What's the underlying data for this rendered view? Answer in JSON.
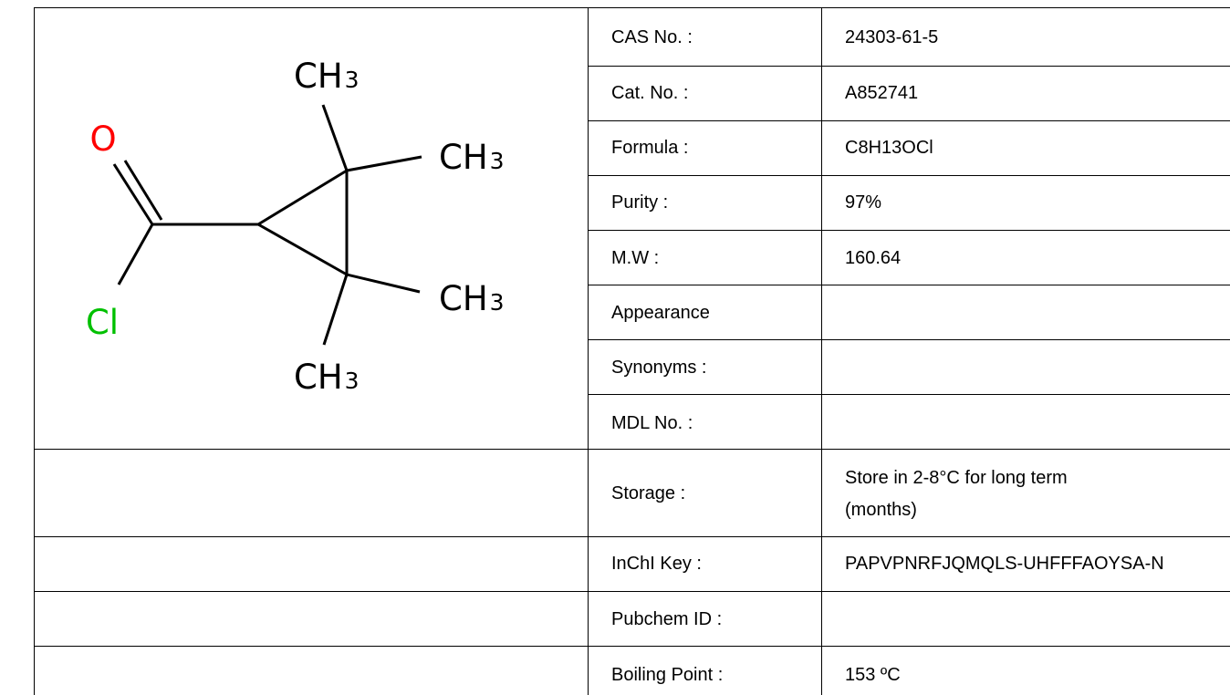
{
  "molecule": {
    "atoms": {
      "oxygen": "O",
      "chlorine": "Cl",
      "methyl_group": "CH",
      "methyl_subscript": "3"
    },
    "atom_colors": {
      "oxygen": "#ff0000",
      "chlorine": "#00c000",
      "carbon": "#000000"
    }
  },
  "properties": [
    {
      "label": "CAS No. :",
      "value": "24303-61-5"
    },
    {
      "label": "Cat. No. :",
      "value": "A852741"
    },
    {
      "label": "Formula :",
      "value": "C8H13OCl"
    },
    {
      "label": "Purity :",
      "value": "97%"
    },
    {
      "label": "M.W :",
      "value": "160.64"
    },
    {
      "label": "Appearance",
      "value": ""
    },
    {
      "label": "Synonyms :",
      "value": ""
    },
    {
      "label": "MDL No. :",
      "value": ""
    },
    {
      "label": "Storage :",
      "value_line1": "Store in 2-8°C for long term",
      "value_line2": "(months)"
    },
    {
      "label": "InChI Key :",
      "value": "PAPVPNRFJQMQLS-UHFFFAOYSA-N"
    },
    {
      "label": "Pubchem ID :",
      "value": ""
    },
    {
      "label": "Boiling Point :",
      "value": "153 ºC"
    }
  ]
}
